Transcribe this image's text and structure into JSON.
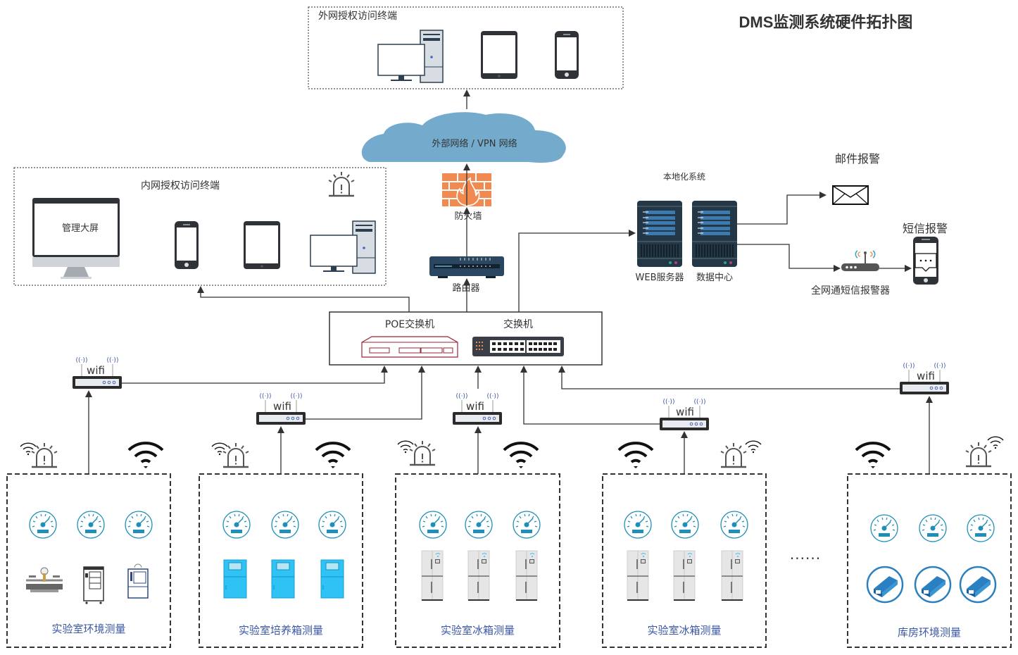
{
  "title": "DMS监测系统硬件拓扑图",
  "external_terminals": {
    "label": "外网授权访问终端",
    "devices": [
      "desktop-computer",
      "tablet",
      "smartphone"
    ]
  },
  "cloud": {
    "label": "外部网络 / VPN 网络"
  },
  "firewall": {
    "label": "防火墙"
  },
  "router": {
    "label": "路由器"
  },
  "internal_terminals": {
    "label": "内网授权访问终端",
    "big_screen_label": "管理大屏",
    "devices": [
      "big-screen-monitor",
      "smartphone",
      "tablet",
      "desktop-computer"
    ]
  },
  "local_system": {
    "label": "本地化系统",
    "web_server_label": "WEB服务器",
    "data_center_label": "数据中心"
  },
  "email_alarm": {
    "label": "邮件报警"
  },
  "sms_alarm": {
    "label": "短信报警"
  },
  "sms_alarm_device": {
    "label": "全网通短信报警器"
  },
  "switch_box": {
    "poe_switch_label": "POE交换机",
    "switch_label": "交换机"
  },
  "wifi_label": "wifi",
  "ellipsis": "······",
  "zones": [
    {
      "label": "实验室环境测量",
      "gauges": 3,
      "equipment": [
        "balance-scale",
        "environmental-chamber",
        "test-chamber"
      ]
    },
    {
      "label": "实验室培养箱测量",
      "gauges": 3,
      "equipment": [
        "incubator",
        "incubator",
        "incubator"
      ]
    },
    {
      "label": "实验室冰箱测量",
      "gauges": 3,
      "equipment": [
        "refrigerator",
        "refrigerator",
        "refrigerator"
      ]
    },
    {
      "label": "实验室冰箱测量",
      "gauges": 3,
      "equipment": [
        "refrigerator",
        "refrigerator",
        "refrigerator"
      ]
    },
    {
      "label": "库房环境测量",
      "gauges": 3,
      "equipment": [
        "warehouse-sensor",
        "warehouse-sensor",
        "warehouse-sensor"
      ]
    }
  ],
  "colors": {
    "cloud": "#74abcd",
    "firewall": "#f08a50",
    "server_dark": "#243746",
    "server_panel": "#3d7ab0",
    "gauge": "#1e8fb8",
    "incubator": "#2fc3f5",
    "zone_title": "#3a56a6",
    "poe_switch": "#9b2335",
    "line": "#333333"
  }
}
